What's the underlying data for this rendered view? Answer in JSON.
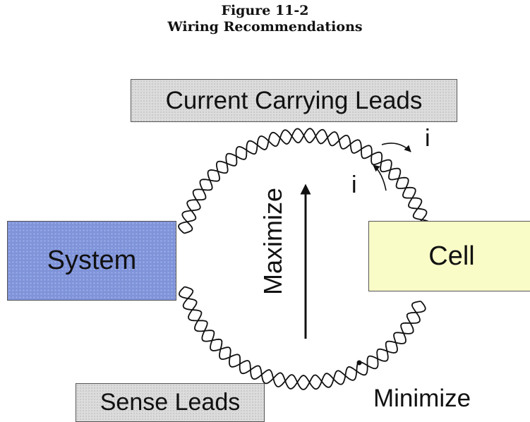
{
  "figure": {
    "number": "Figure 11-2",
    "title": "Wiring Recommendations"
  },
  "diagram": {
    "current_leads_label": "Current Carrying Leads",
    "sense_leads_label": "Sense Leads",
    "system_label": "System",
    "cell_label": "Cell",
    "maximize_label": "Maximize",
    "minimize_label": "Minimize",
    "current_symbol_1": "i",
    "current_symbol_2": "i",
    "colors": {
      "system_fill": "#7f93d9",
      "cell_fill": "#fafcc8",
      "label_fill": "#dcdcdc"
    }
  }
}
